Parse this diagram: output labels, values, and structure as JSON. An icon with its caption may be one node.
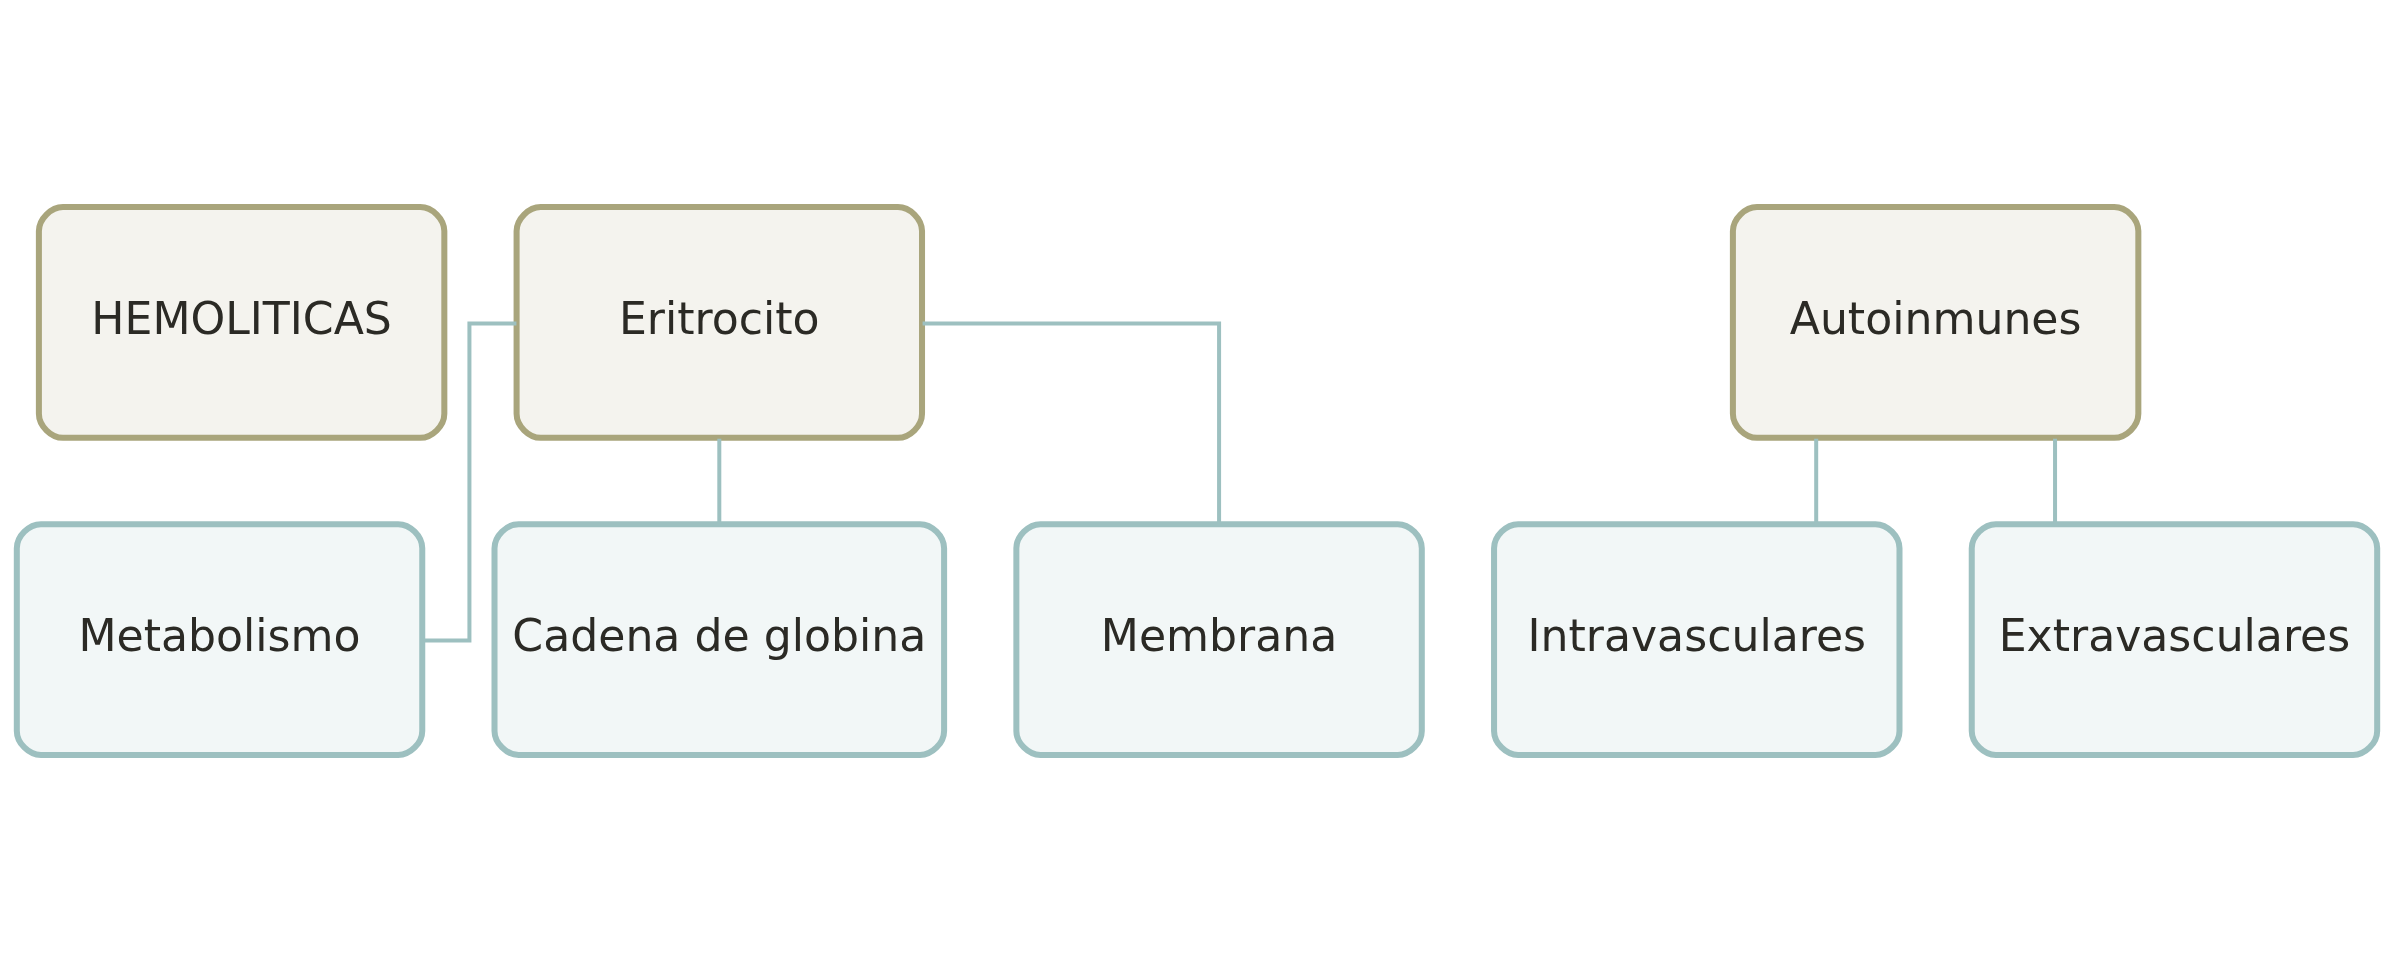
{
  "diagram": {
    "nodes": [
      {
        "text": [
          "HEMOLITICAS"
        ]
      },
      {
        "text": [
          "Eritrocito"
        ]
      },
      {
        "text": [
          "Autoinmunes"
        ]
      },
      {
        "text": [
          "Metabolismo"
        ]
      },
      {
        "text": [
          "Cadena de globina"
        ]
      },
      {
        "text": [
          "Membrana"
        ]
      },
      {
        "text": [
          "Intravasculares"
        ]
      },
      {
        "text": [
          "Extravasculares"
        ]
      }
    ],
    "edges": [
      {
        "from": 1,
        "to": 3,
        "arrow": "none"
      },
      {
        "from": 1,
        "to": 4,
        "arrow": "none"
      },
      {
        "from": 1,
        "to": 5,
        "arrow": "none"
      },
      {
        "from": 2,
        "to": 6,
        "arrow": "none"
      },
      {
        "from": 2,
        "to": 7,
        "arrow": "none"
      }
    ]
  }
}
